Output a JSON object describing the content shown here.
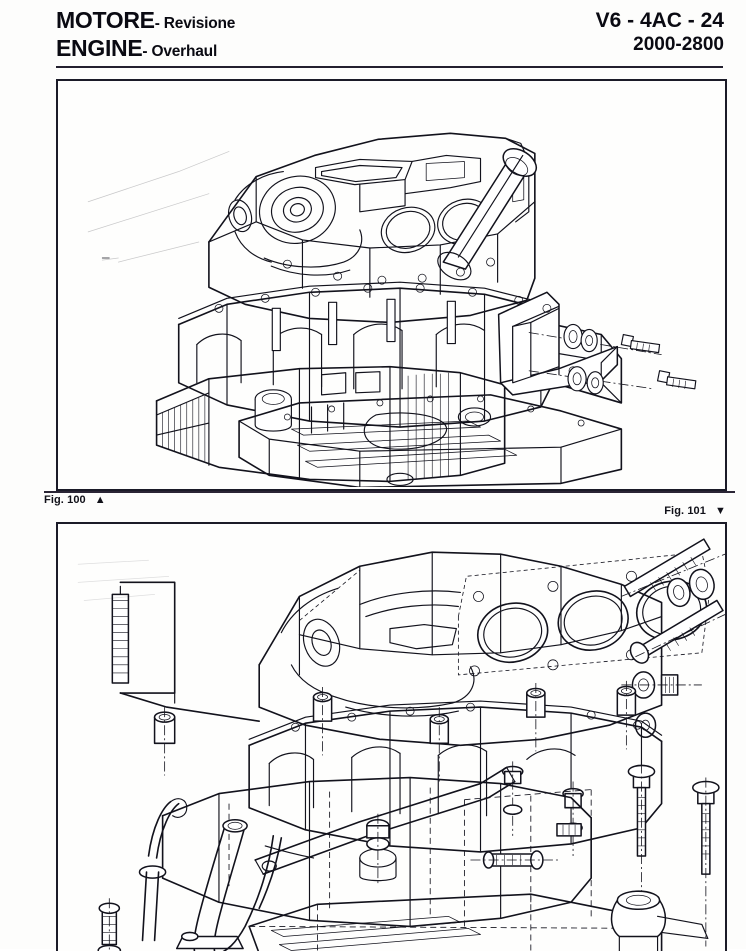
{
  "document": {
    "kind": "automotive-workshop-manual-page",
    "language_primary": "Italian",
    "language_secondary": "English"
  },
  "header": {
    "title_it": "MOTORE",
    "subtitle_it": "- Revisione",
    "title_en": "ENGINE",
    "subtitle_en": "- Overhaul",
    "model_code": "V6 - 4AC - 24",
    "displacement": "2000-2800"
  },
  "figures": [
    {
      "id": "fig-100",
      "caption": "Fig. 100",
      "arrow": "▲",
      "arrow_meaning": "refers-to-figure-above",
      "caption_align": "left",
      "subject": "engine-block-assembly-with-mounting-bracket",
      "description": "Cylinder block with cylinder head, oil sump and engine mounting bracket with bolts"
    },
    {
      "id": "fig-101",
      "caption": "Fig. 101",
      "arrow": "▼",
      "arrow_meaning": "refers-to-figure-below",
      "caption_align": "right",
      "subject": "engine-block-exploded-view-with-studs-bolts-dipstick",
      "description": "Exploded view of cylinder block showing head studs, bolts, washers, oil dipstick and guide tube"
    }
  ],
  "bleed_through": {
    "note": "faint mirrored show-through text from the reverse side of the page",
    "block_a": "visible but illegible reverse-side body text",
    "block_b": "visible but illegible reverse-side body text",
    "block_c": "visible but illegible reverse-side body text"
  },
  "colors": {
    "ink": "#12121c",
    "rule": "#231f2e",
    "paper": "#fdfdfc",
    "bleed": "#3b4a7a"
  }
}
